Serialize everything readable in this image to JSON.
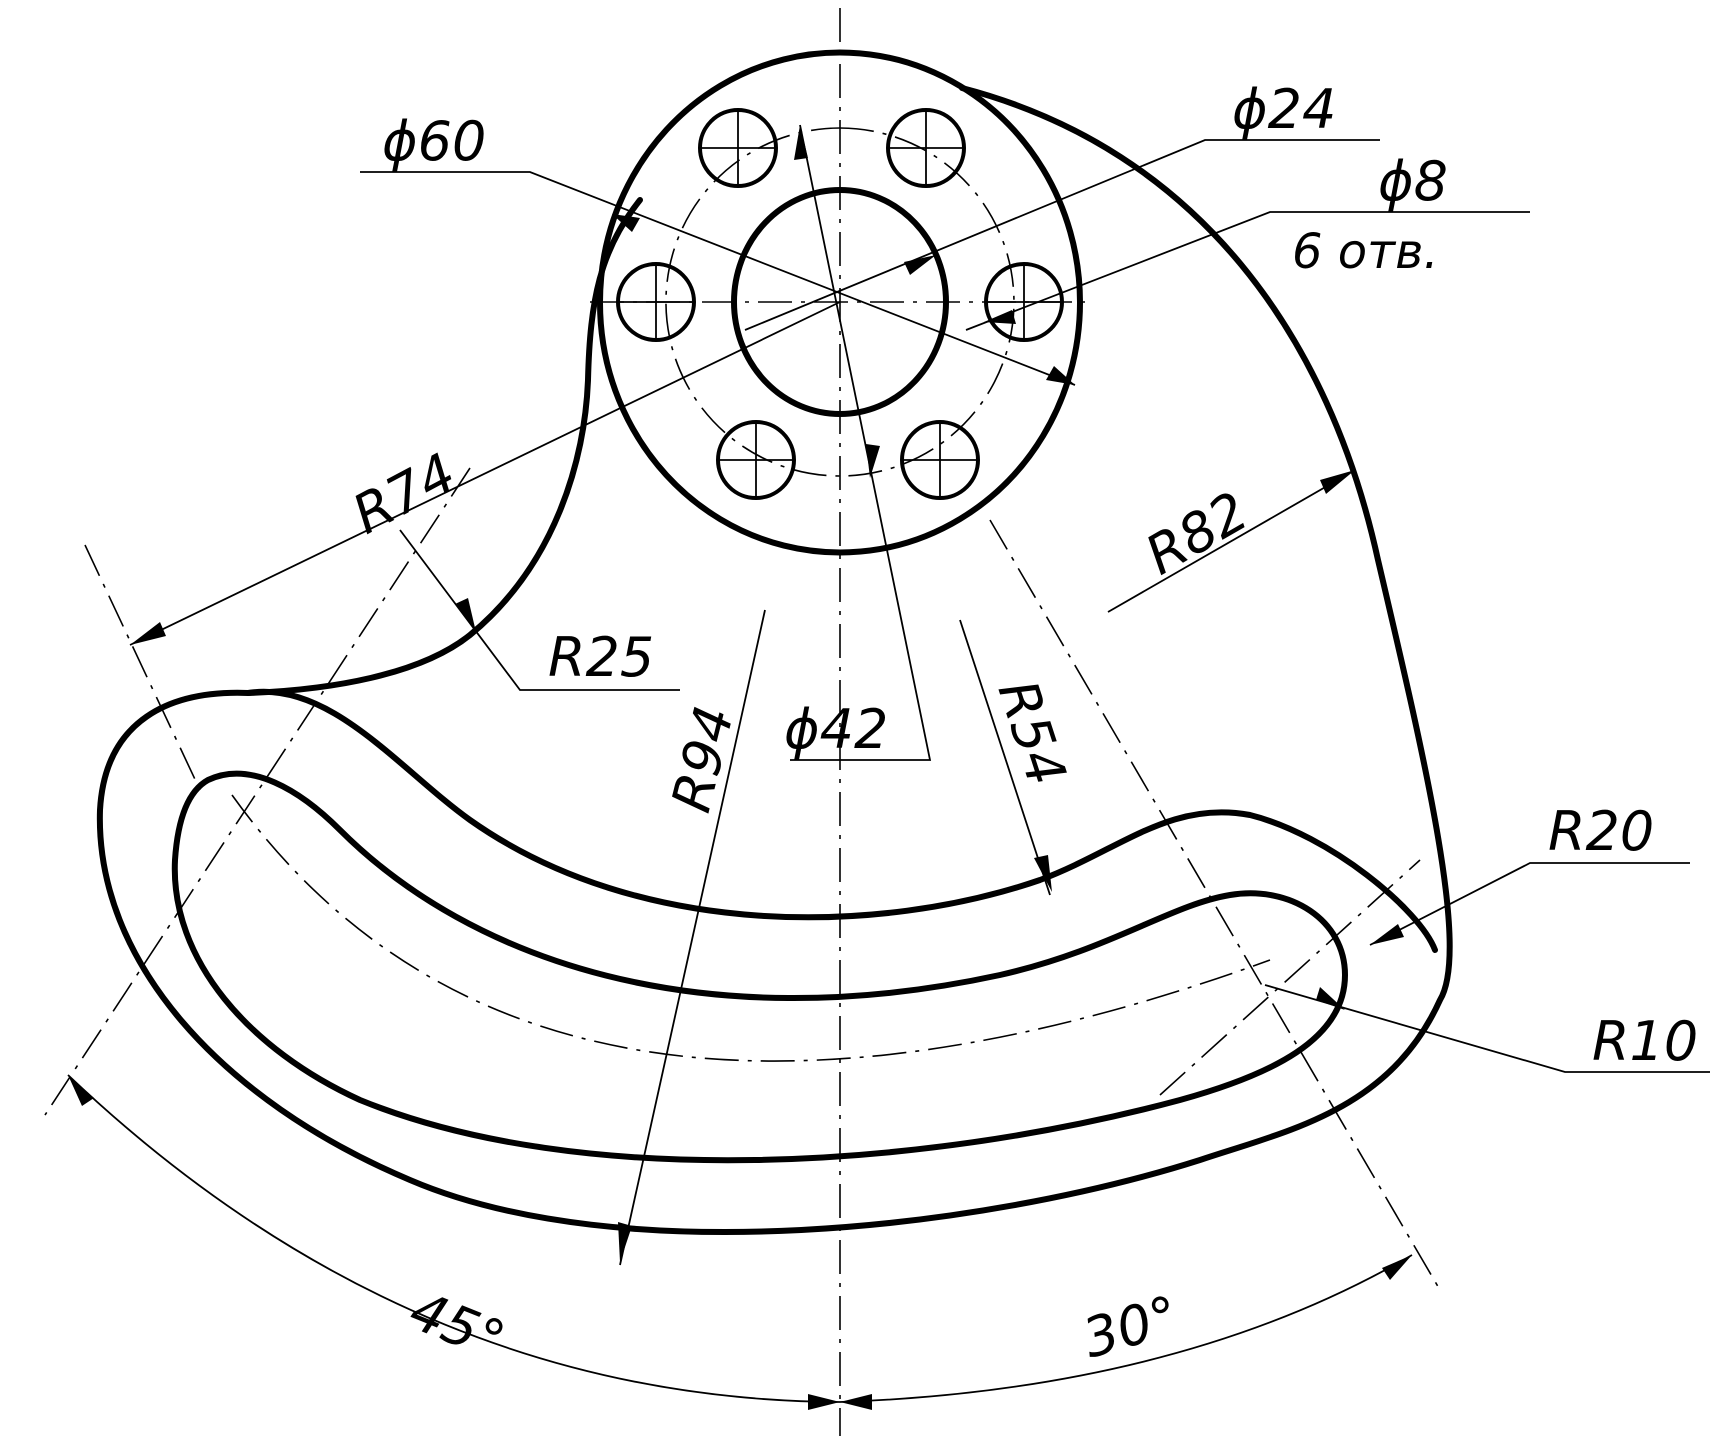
{
  "drawing": {
    "labels": {
      "hub_outer_dia": "ϕ60",
      "bore_dia": "ϕ24",
      "small_hole_dia": "ϕ8",
      "small_hole_count": "6 отв.",
      "bolt_circle_dia": "ϕ42",
      "r_outer_left": "R74",
      "r_fillet": "R25",
      "r_slot_outer": "R94",
      "r_slot_inner": "R54",
      "r_body": "R82",
      "r_slot_end_outer": "R20",
      "r_slot_end_inner": "R10",
      "angle_left": "45°",
      "angle_right": "30°"
    }
  }
}
